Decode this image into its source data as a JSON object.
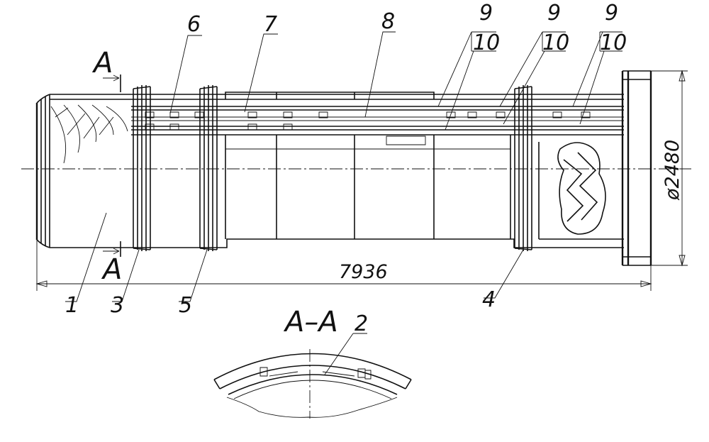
{
  "drawing": {
    "section_marker": "A",
    "section_title": "A–A",
    "dimensions": {
      "length": "7936",
      "diameter": "ø2480"
    },
    "callouts": {
      "c1": "1",
      "c2": "2",
      "c3": "3",
      "c4": "4",
      "c5": "5",
      "c6": "6",
      "c7": "7",
      "c8": "8",
      "c9a": "9",
      "c9b": "9",
      "c9c": "9",
      "c10a": "10",
      "c10b": "10",
      "c10c": "10"
    }
  }
}
